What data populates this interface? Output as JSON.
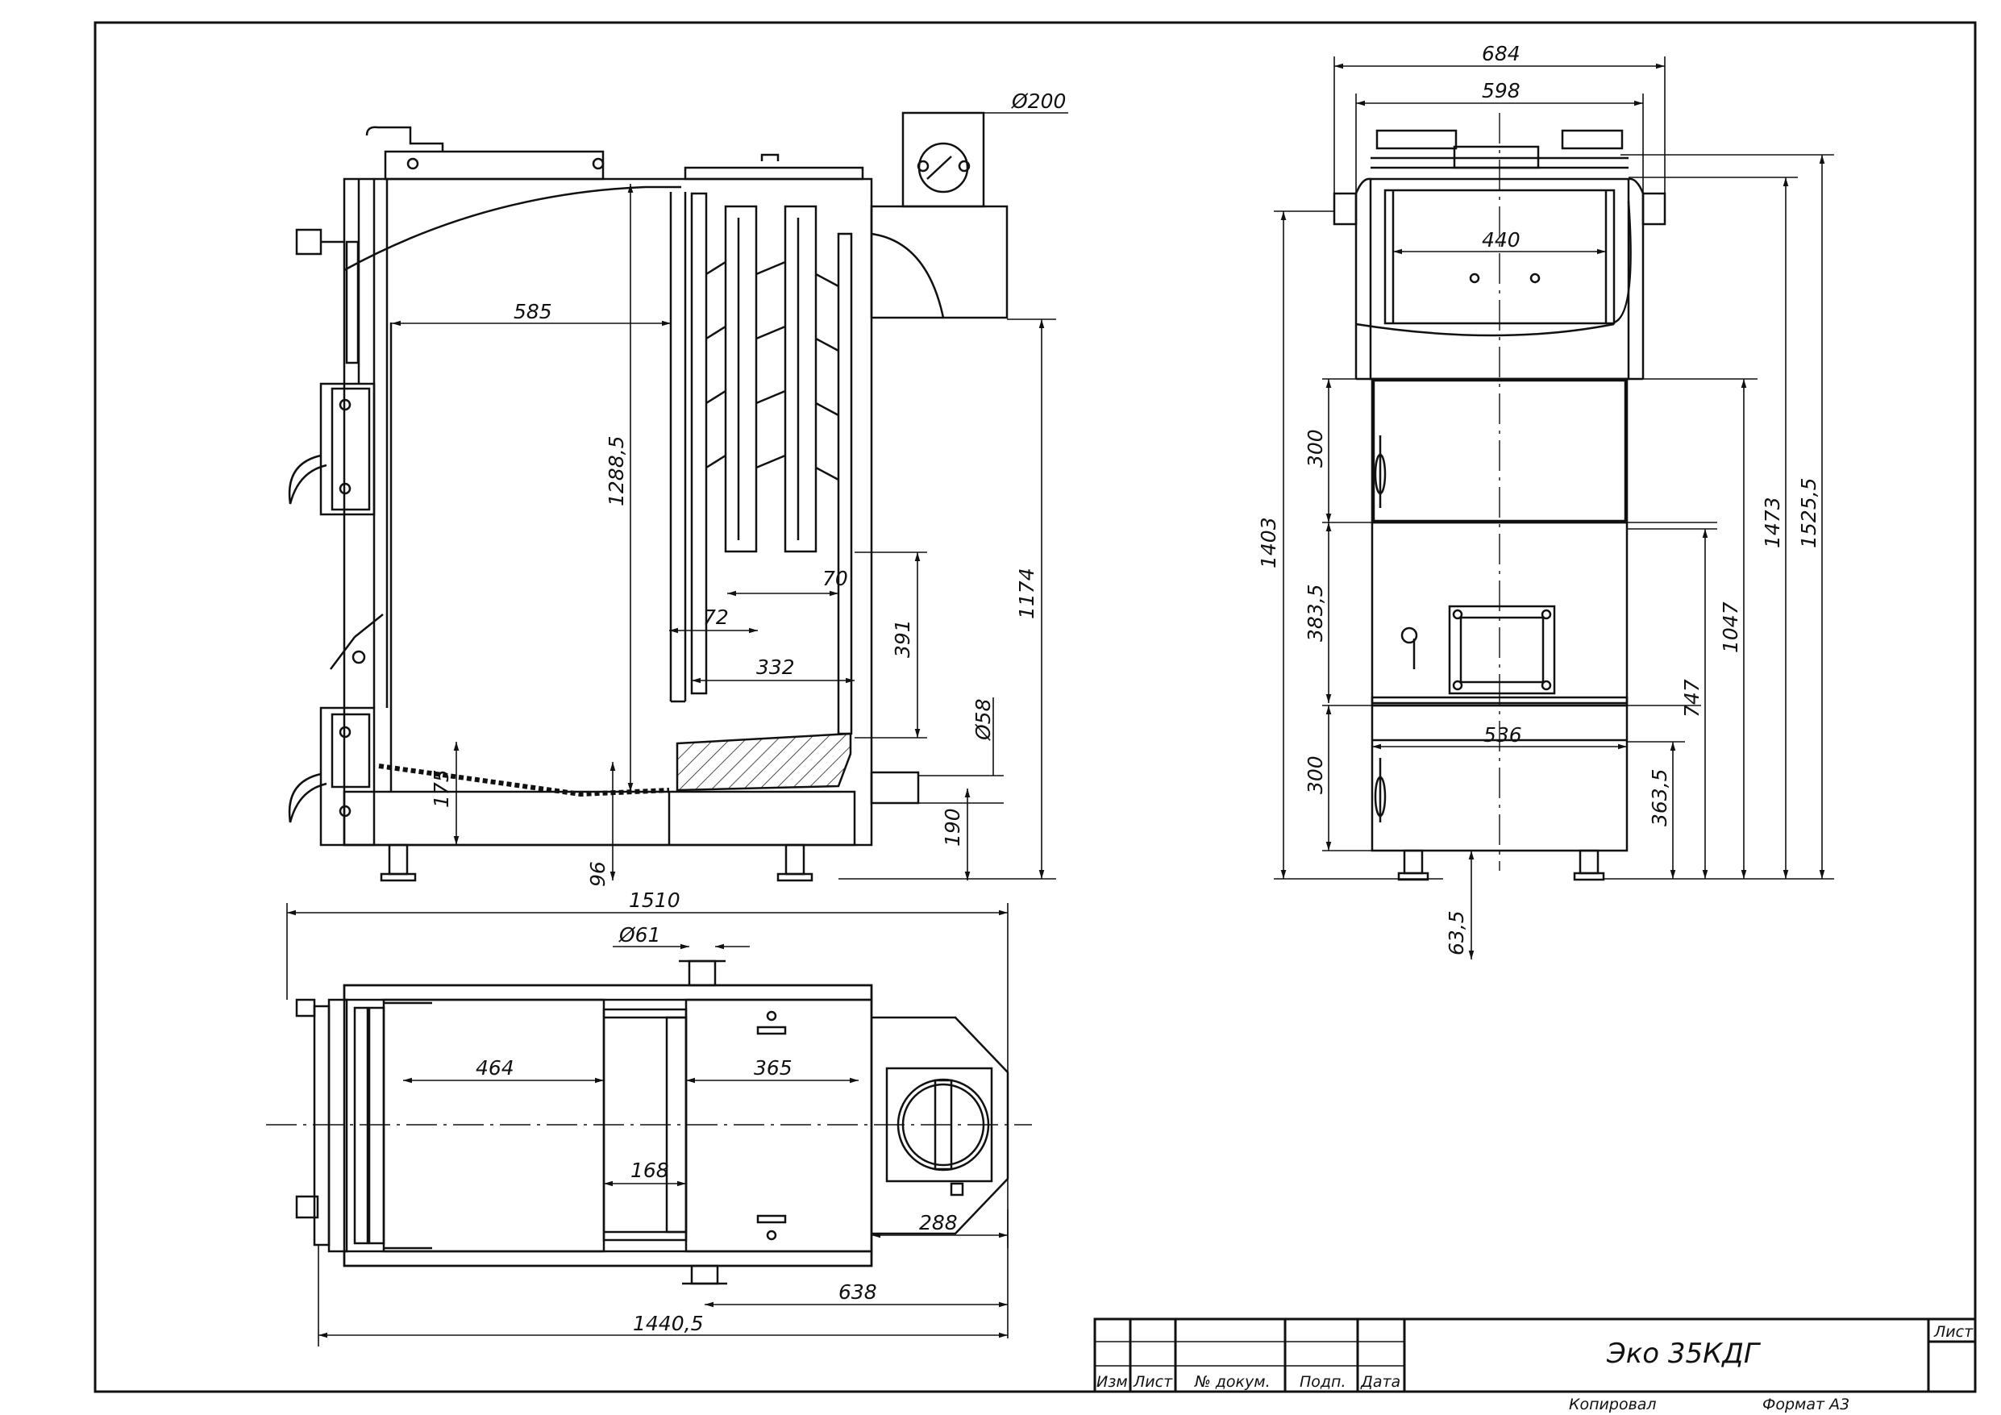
{
  "colors": {
    "line": "#111111",
    "paper": "#ffffff"
  },
  "side_view": {
    "dims": {
      "d200": "Ø200",
      "w585": "585",
      "h1288": "1288,5",
      "h1174": "1174",
      "w70": "70",
      "w72": "72",
      "h391": "391",
      "w332": "332",
      "d58": "Ø58",
      "h175": "175",
      "h190": "190",
      "h96": "96"
    }
  },
  "front_view": {
    "dims": {
      "w684": "684",
      "w598": "598",
      "w440": "440",
      "w536": "536",
      "h300a": "300",
      "h1403": "1403",
      "h383": "383,5",
      "h300b": "300",
      "h63": "63,5",
      "h363": "363,5",
      "h747": "747",
      "h1047": "1047",
      "h1473": "1473",
      "h1525": "1525,5"
    }
  },
  "top_view": {
    "dims": {
      "w1510": "1510",
      "d61": "Ø61",
      "w464": "464",
      "w365": "365",
      "w168": "168",
      "w288": "288",
      "w638": "638",
      "w1440": "1440,5"
    }
  },
  "title_block": {
    "product_name": "Эко 35КДГ",
    "sheet_label": "Лист",
    "col_izm": "Изм",
    "col_list": "Лист",
    "col_doc": "№ докум.",
    "col_podp": "Подп.",
    "col_date": "Дата",
    "copied": "Копировал",
    "format": "Формат А3"
  }
}
